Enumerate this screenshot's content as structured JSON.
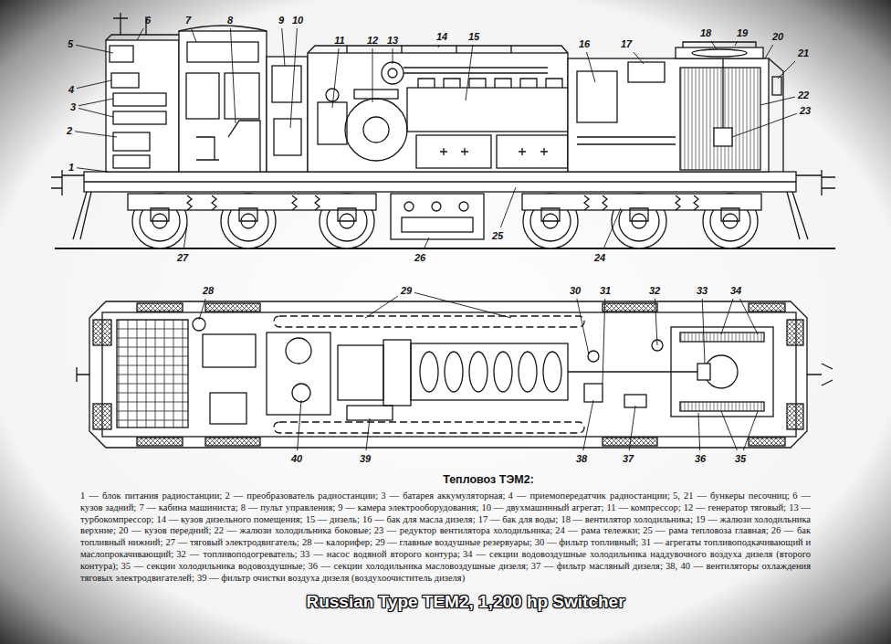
{
  "diagram": {
    "title": "Тепловоз ТЭМ2:",
    "caption": "Russian Type TEM2, 1,200 hp Switcher",
    "labels": [
      "1",
      "2",
      "3",
      "4",
      "5",
      "6",
      "7",
      "8",
      "9",
      "10",
      "11",
      "12",
      "13",
      "14",
      "15",
      "16",
      "17",
      "18",
      "19",
      "20",
      "21",
      "22",
      "23",
      "24",
      "25",
      "26",
      "27",
      "28",
      "29",
      "30",
      "31",
      "32",
      "33",
      "34",
      "35",
      "36",
      "37",
      "38",
      "39",
      "40",
      "1 — блок питания радиостанции;",
      "2 — преобразователь радиостанции;",
      "3 — батарея аккумуляторная;",
      "4 — приемопередатчик радиостанции;",
      "5, 21 — бункеры песочниц;",
      "6 — кузов задний;",
      "7 — кабина машиниста;",
      "8 — пульт управления;",
      "9 — камера электрооборудования;",
      "10 — двухмашинный агрегат;",
      "11 — компрессор;",
      "12 — генератор тяговый;",
      "13 — турбокомпрессор;",
      "14 — кузов дизельного помещения;",
      "15 — дизель;",
      "16 — бак для масла дизеля;",
      "17 — бак для воды;",
      "18 — вентилятор холодильника;",
      "19 — жалюзи холодильника верхние;",
      "20 — кузов передний;",
      "22 — жалюзи холодильника боковые;",
      "23 — редуктор вентилятора холодильника;",
      "24 — рама тележки;",
      "25 — рама тепловоза главная;",
      "26 — бак топливный нижний;",
      "27 — тяговый электродвигатель;",
      "28 — калорифер;",
      "29 — главные воздушные резервуары;",
      "30 — фильтр топливный;",
      "31 — агрегаты топливоподкачивающий и маслопрокачивающий;",
      "32 — топливоподогреватель;",
      "33 — насос водяной второго контура;",
      "34 — секции водовоздушные холодильника наддувочного воздуха дизеля (второго контура);",
      "35 — секции холодильника водовоздушные;",
      "36 — секции холодильника масловоздушные дизеля;",
      "37 — фильтр масляный дизеля;",
      "38, 40 — вентиляторы охлаждения тяговых электродвигателей;",
      "39 — фильтр очистки воздуха дизеля (воздухоочиститель дизеля)"
    ]
  }
}
